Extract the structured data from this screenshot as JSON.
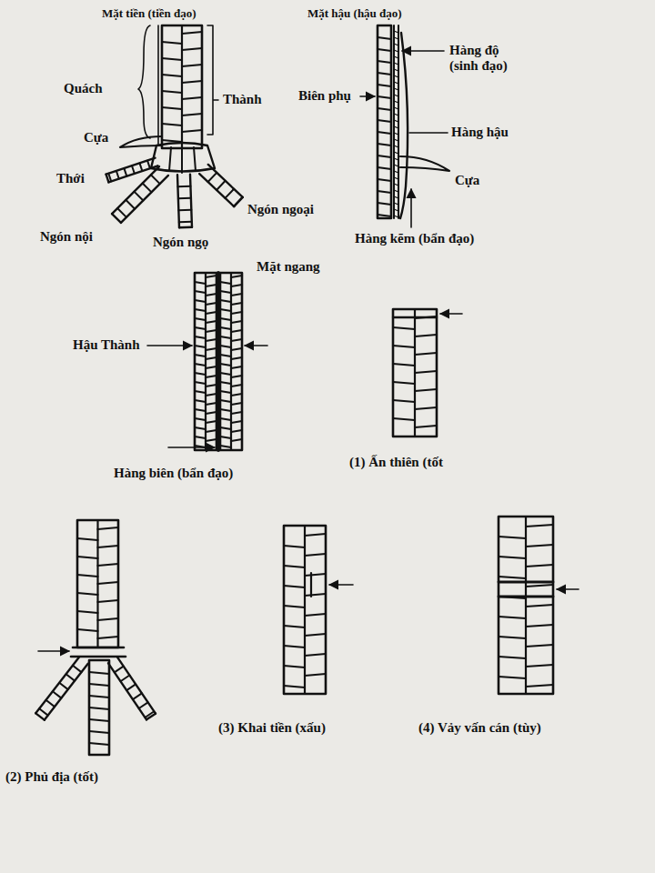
{
  "diagram": {
    "labels": [
      "Mặt tiền (tiền đạo)",
      "Mặt hậu (hậu đạo)",
      "Quách",
      "Thành",
      "Cựa",
      "Thới",
      "Ngón ngoại",
      "Ngón nội",
      "Ngón ngọ",
      "Biên phụ",
      "Hàng độ (sinh đạo)",
      "Hàng hậu",
      "Cựa",
      "Hàng kẽm (bẩn đạo)",
      "Mặt ngang",
      "Hậu Thành",
      "Hàng biên (bẩn đạo)",
      "(1) Ấn thiên (tốt",
      "(2) Phủ địa (tốt)",
      "(3) Khai tiền (xấu)",
      "(4) Vảy vấn cán (tùy)"
    ]
  }
}
